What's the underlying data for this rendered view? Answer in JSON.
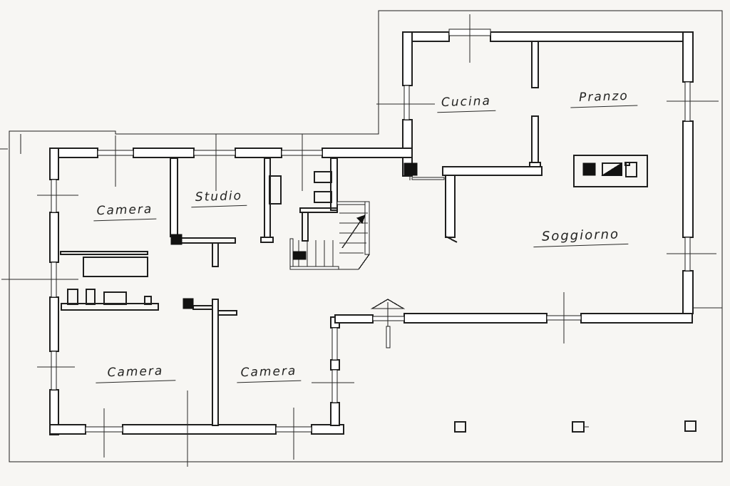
{
  "rooms": [
    {
      "id": "cucina",
      "label": "Cucina"
    },
    {
      "id": "pranzo",
      "label": "Pranzo"
    },
    {
      "id": "soggiorno",
      "label": "Soggiorno"
    },
    {
      "id": "studio",
      "label": "Studio"
    },
    {
      "id": "camera-nord",
      "label": "Camera"
    },
    {
      "id": "camera-sud-ovest",
      "label": "Camera"
    },
    {
      "id": "camera-sud",
      "label": "Camera"
    }
  ],
  "legend_symbols": [
    {
      "name": "solid-square-symbol"
    },
    {
      "name": "half-shaded-rectangle-symbol"
    },
    {
      "name": "open-rectangle-symbol"
    }
  ],
  "symbol_counts": {
    "terrace_columns": 3,
    "black_wall_markers": 3,
    "window_axis_ticks": 15
  },
  "icons": {
    "entrance": "entrance-arrow-icon",
    "stairs": "staircase-with-direction-arrow",
    "fireplace": "fireplace-legend-panel"
  },
  "colors": {
    "paper": "#f7f6f3",
    "ink": "#1f1f1e",
    "marker": "#121211"
  }
}
